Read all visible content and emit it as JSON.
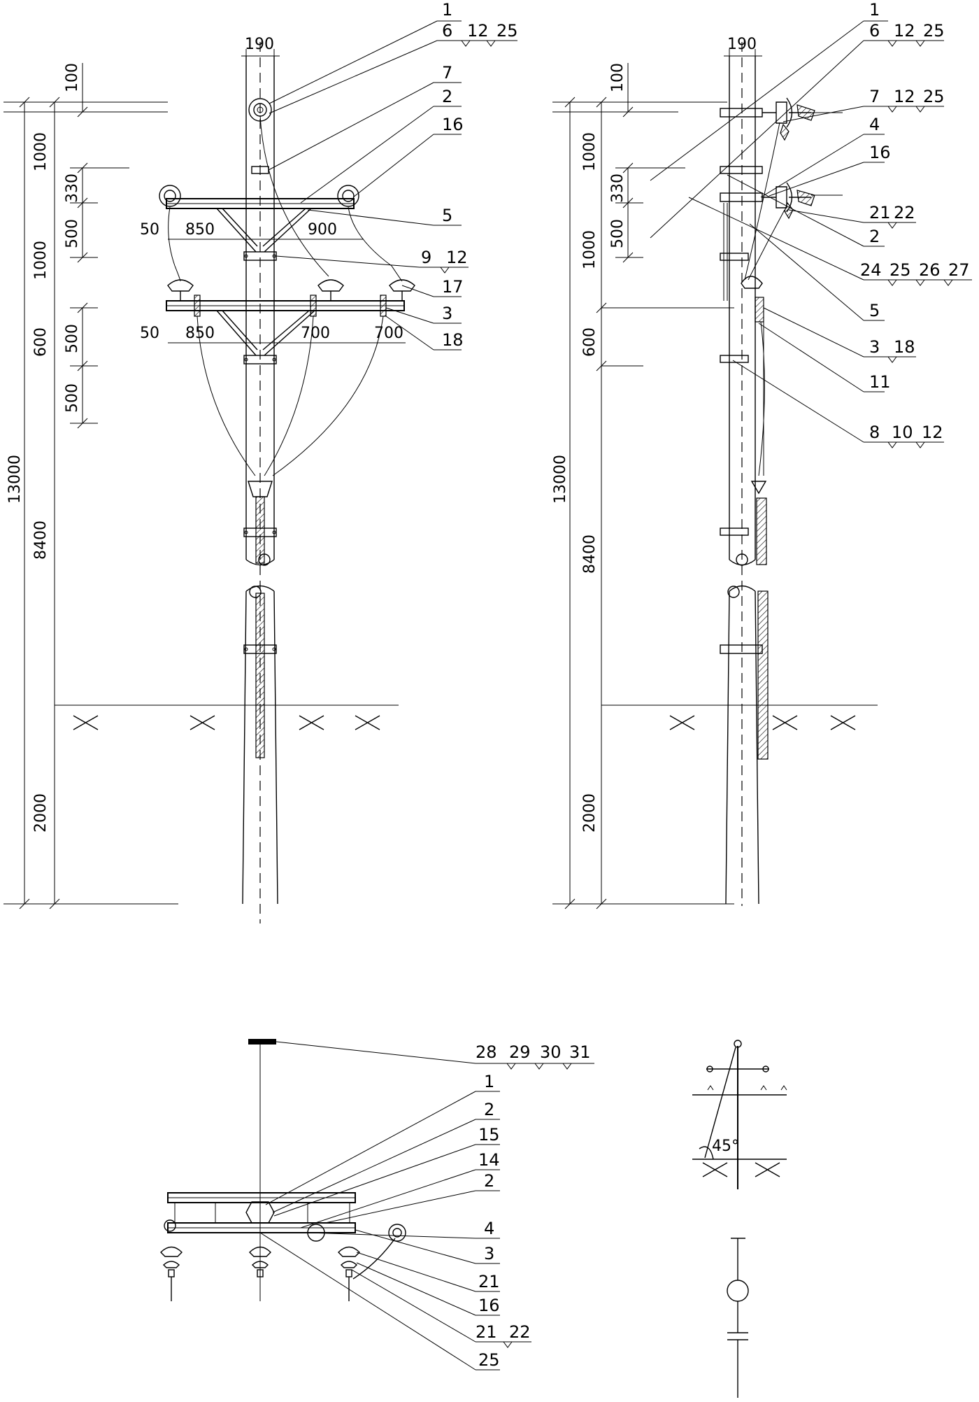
{
  "left_view": {
    "dims": {
      "top_width": "190",
      "d100": "100",
      "d1000a": "1000",
      "d330": "330",
      "d500a": "500",
      "d1000b": "1000",
      "d500b": "500",
      "d600": "600",
      "d500c": "500",
      "total": "13000",
      "above_ground": "8400",
      "below_ground": "2000",
      "arm1_50": "50",
      "arm1_850": "850",
      "arm1_900": "900",
      "arm2_50": "50",
      "arm2_850": "850",
      "arm2_700a": "700",
      "arm2_700b": "700"
    },
    "callouts": {
      "c1": "1",
      "c6": "6",
      "c6_12": "12",
      "c6_25": "25",
      "c7": "7",
      "c2": "2",
      "c16": "16",
      "c5": "5",
      "c9": "9",
      "c9_12": "12",
      "c17": "17",
      "c3": "3",
      "c18": "18"
    }
  },
  "right_view": {
    "dims": {
      "top_width": "190",
      "d100": "100",
      "d1000a": "1000",
      "d330": "330",
      "d500a": "500",
      "d1000b": "1000",
      "d600": "600",
      "total": "13000",
      "above_ground": "8400",
      "below_ground": "2000"
    },
    "callouts": {
      "c1": "1",
      "c6": "6",
      "c6_12": "12",
      "c6_25": "25",
      "c7": "7",
      "c7_12": "12",
      "c7_25": "25",
      "c4": "4",
      "c16": "16",
      "c21": "21",
      "c22": "22",
      "c2": "2",
      "c24": "24",
      "c25": "25",
      "c26": "26",
      "c27": "27",
      "c5": "5",
      "c3": "3",
      "c18": "18",
      "c11": "11",
      "c8": "8",
      "c10": "10",
      "c12": "12"
    }
  },
  "plan_view": {
    "callouts": {
      "c28": "28",
      "c29": "29",
      "c30": "30",
      "c31": "31",
      "c1": "1",
      "c2a": "2",
      "c15": "15",
      "c14": "14",
      "c2b": "2",
      "c4": "4",
      "c3": "3",
      "c21a": "21",
      "c16": "16",
      "c21b": "21",
      "c22": "22",
      "c25": "25"
    }
  },
  "schematic": {
    "angle": "45°"
  }
}
